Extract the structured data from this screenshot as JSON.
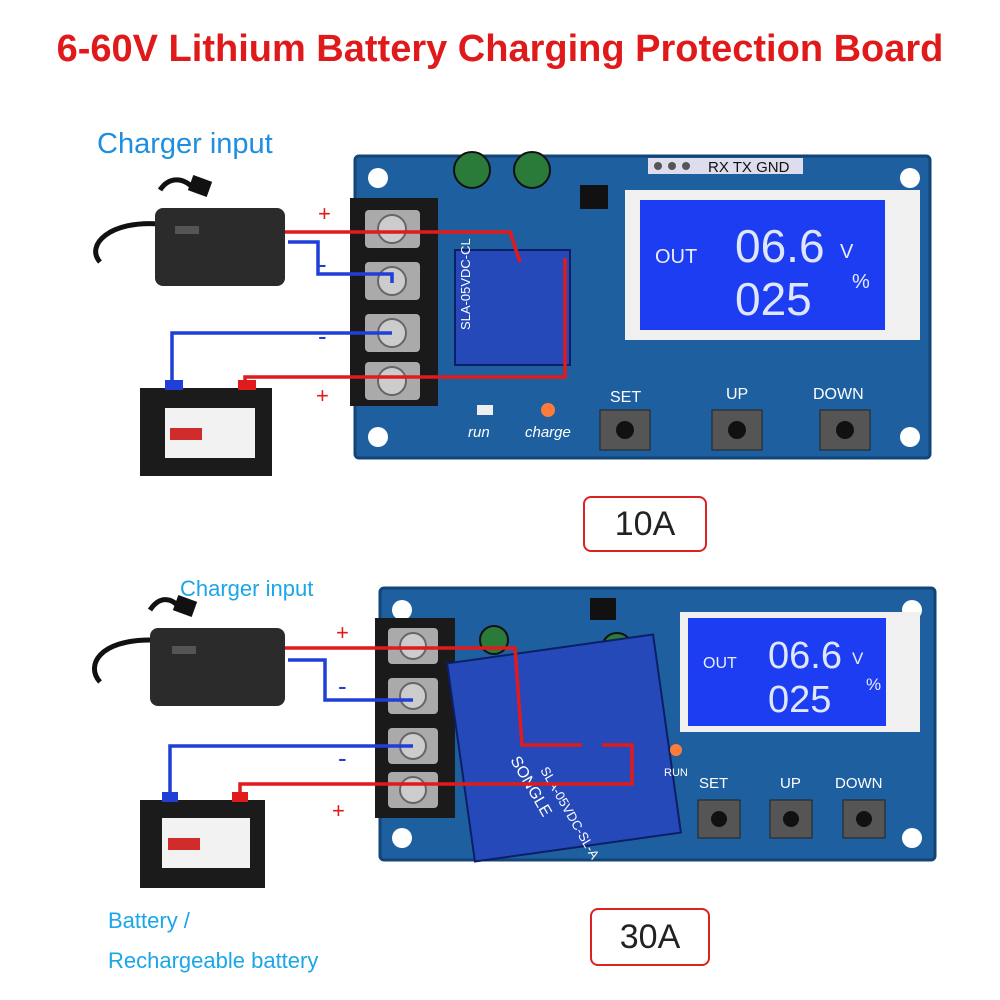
{
  "title": "6-60V Lithium Battery Charging Protection Board",
  "board1": {
    "caption": "Charger input",
    "rating": "10A",
    "header_pins": "RX TX GND",
    "relay_text": "SLA-05VDC-CL",
    "display": {
      "label": "OUT",
      "value": "06.6",
      "unit": "V",
      "value2": "025",
      "unit2": "%"
    },
    "buttons": [
      "SET",
      "UP",
      "DOWN"
    ],
    "leds": {
      "run": "run",
      "charge": "charge"
    },
    "plus_top": "+",
    "minus_top": "-",
    "minus_bottom": "-",
    "plus_bottom": "+"
  },
  "board2": {
    "caption": "Charger input",
    "rating": "30A",
    "relay_brand": "SONGLE",
    "relay_text": "SLA-05VDC-SL-A",
    "display": {
      "label": "OUT",
      "value": "06.6",
      "unit": "V",
      "value2": "025",
      "unit2": "%"
    },
    "buttons": [
      "SET",
      "UP",
      "DOWN"
    ],
    "leds": {
      "run": "RUN"
    },
    "plus_top": "+",
    "minus_top": "-",
    "minus_bottom": "-",
    "plus_bottom": "+"
  },
  "battery_caption_1": "Battery /",
  "battery_caption_2": "Rechargeable battery",
  "colors": {
    "wire_red": "#e11b1b",
    "wire_blue": "#1f3fd6",
    "pcb": "#1e5f9f",
    "lcd": "#1d3df2"
  }
}
